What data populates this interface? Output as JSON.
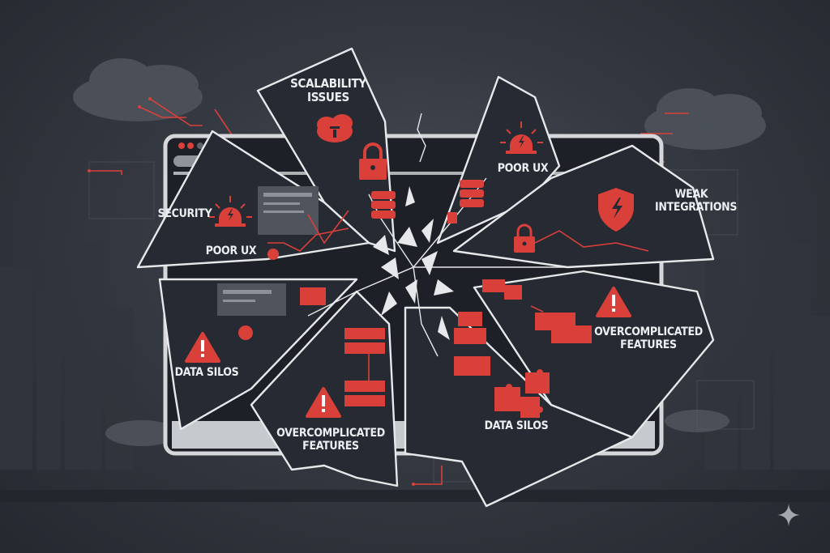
{
  "scene": {
    "title": "Shattered software monitor with failure points",
    "colors": {
      "background": "#2f333b",
      "shard_fill": "#262a33",
      "shard_stroke": "#e6e8ea",
      "accent_red": "#d9403a",
      "label_text": "#eceff1",
      "monitor_frame": "#d5d7da"
    }
  },
  "monitor": {
    "window_controls": [
      "close-dot",
      "minimize-dot",
      "maximize-dot"
    ]
  },
  "labels": {
    "scalability": {
      "line1": "SCALABILITY",
      "line2": "ISSUES"
    },
    "security": "SECURITY",
    "poor_ux_left": "POOR UX",
    "poor_ux_top": "POOR UX",
    "weak_integrations": {
      "line1": "WEAK",
      "line2": "INTEGRATIONS"
    },
    "data_silos_left": "DATA SILOS",
    "data_silos_bottom": "DATA SILOS",
    "overcomplicated_bottom": {
      "line1": "OVERCOMPLICATED",
      "line2": "FEATURES"
    },
    "overcomplicated_right": {
      "line1": "OVERCOMPLICATED",
      "line2": "FEATURES"
    }
  },
  "icons": [
    "cloud-lock-icon",
    "padlock-icon",
    "database-icon",
    "siren-alarm-icon",
    "shield-lightning-icon",
    "warning-triangle-icon",
    "puzzle-pieces-icon",
    "server-rack-icon",
    "pie-chart-icon",
    "sparkle-icon"
  ]
}
